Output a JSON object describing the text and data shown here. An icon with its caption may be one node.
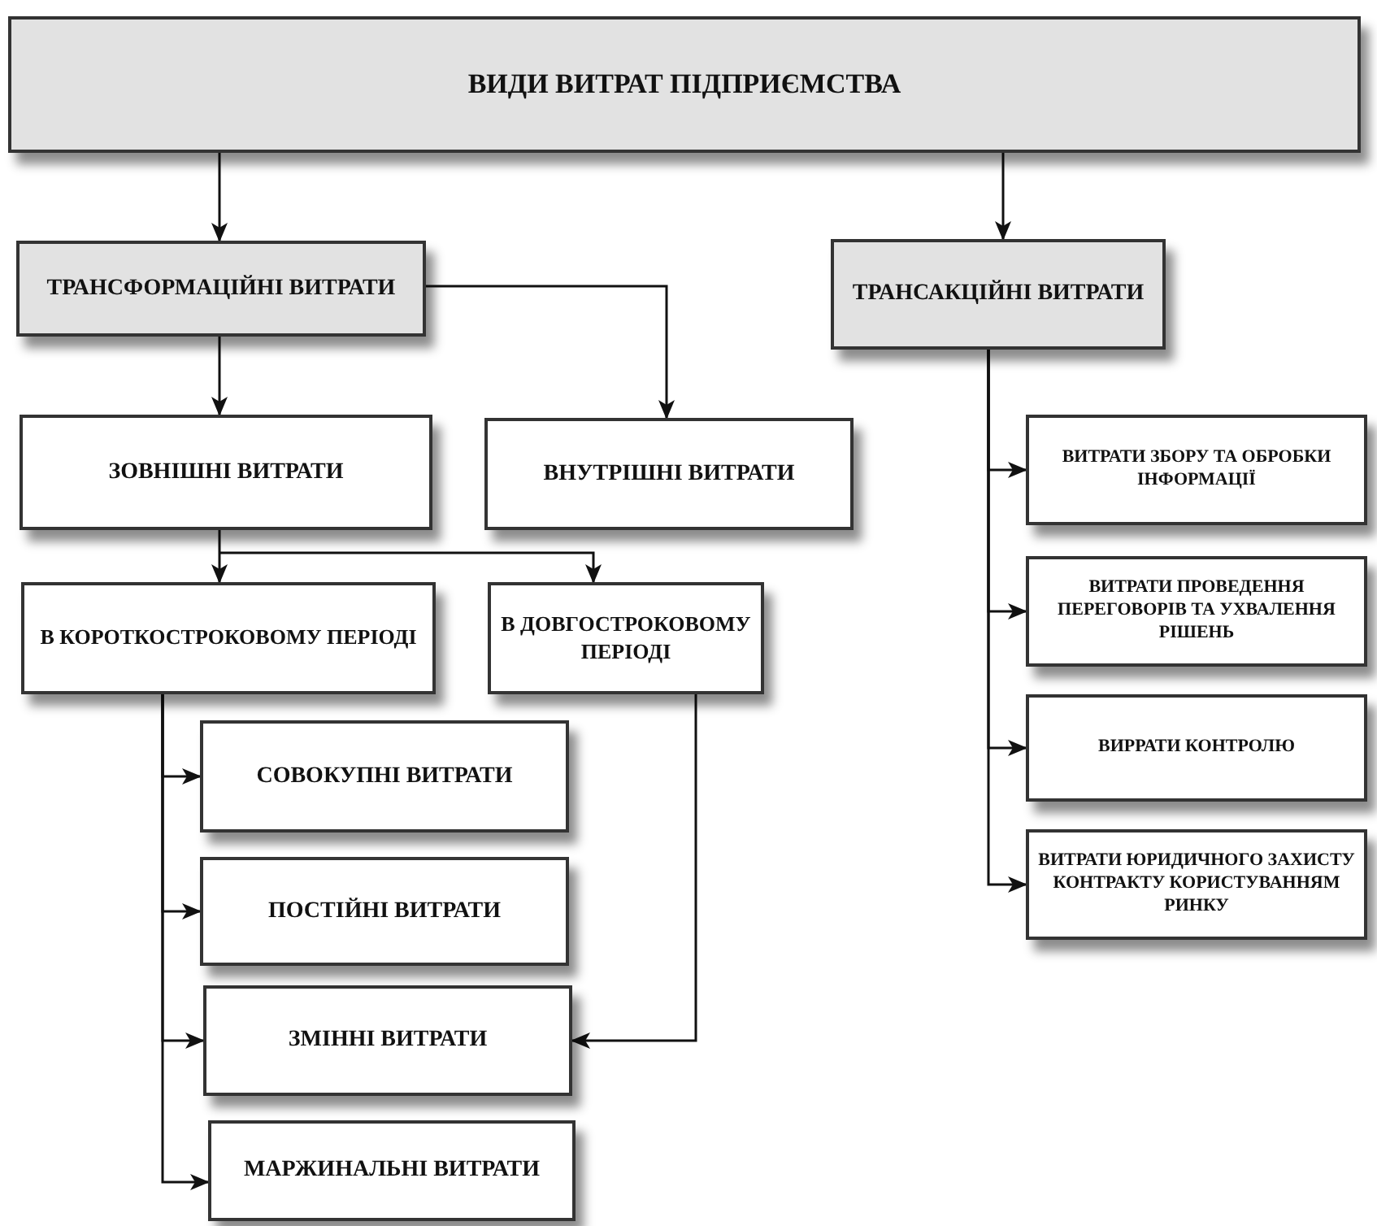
{
  "diagram": {
    "nodes": [
      {
        "text": [
          "ВИДИ ВИТРАТ ПІДПРИЄМСТВА"
        ]
      },
      {
        "text": [
          "ТРАНСФОРМАЦІЙНІ ВИТРАТИ"
        ]
      },
      {
        "text": [
          "ТРАНСАКЦІЙНІ ВИТРАТИ"
        ]
      },
      {
        "text": [
          "ЗОВНІШНІ ВИТРАТИ"
        ]
      },
      {
        "text": [
          "ВНУТРІШНІ ВИТРАТИ"
        ]
      },
      {
        "text": [
          "В КОРОТКОСТРОКОВОМУ ПЕРІОДІ"
        ]
      },
      {
        "text": [
          "В ДОВГОСТРОКОВОМУ ПЕРІОДІ"
        ]
      },
      {
        "text": [
          "СОВОКУПНІ ВИТРАТИ"
        ]
      },
      {
        "text": [
          "ПОСТІЙНІ  ВИТРАТИ"
        ]
      },
      {
        "text": [
          "ЗМІННІ ВИТРАТИ"
        ]
      },
      {
        "text": [
          "МАРЖИНАЛЬНІ ВИТРАТИ"
        ]
      },
      {
        "text": [
          "ВИТРАТИ ЗБОРУ ТА ОБРОБКИ ІНФОРМАЦІЇ"
        ]
      },
      {
        "text": [
          "ВИТРАТИ ПРОВЕДЕННЯ ПЕРЕГОВОРІВ ТА УХВАЛЕННЯ РІШЕНЬ"
        ]
      },
      {
        "text": [
          "ВИРРАТИ КОНТРОЛЮ"
        ]
      },
      {
        "text": [
          "ВИТРАТИ ЮРИДИЧНОГО ЗАХИСТУ КОНТРАКТУ КОРИСТУВАННЯМ РИНКУ"
        ]
      }
    ],
    "edges": [
      {
        "from": 0,
        "to": 1,
        "arrow": "to"
      },
      {
        "from": 0,
        "to": 2,
        "arrow": "to"
      },
      {
        "from": 1,
        "to": 3,
        "arrow": "to"
      },
      {
        "from": 1,
        "to": 4,
        "arrow": "to"
      },
      {
        "from": 3,
        "to": 5,
        "arrow": "to"
      },
      {
        "from": 3,
        "to": 6,
        "arrow": "to"
      },
      {
        "from": 5,
        "to": 7,
        "arrow": "to"
      },
      {
        "from": 5,
        "to": 8,
        "arrow": "to"
      },
      {
        "from": 5,
        "to": 9,
        "arrow": "to"
      },
      {
        "from": 5,
        "to": 10,
        "arrow": "to"
      },
      {
        "from": 6,
        "to": 9,
        "arrow": "to"
      },
      {
        "from": 2,
        "to": 11,
        "arrow": "to"
      },
      {
        "from": 2,
        "to": 12,
        "arrow": "to"
      },
      {
        "from": 2,
        "to": 13,
        "arrow": "to"
      },
      {
        "from": 2,
        "to": 14,
        "arrow": "to"
      }
    ]
  }
}
